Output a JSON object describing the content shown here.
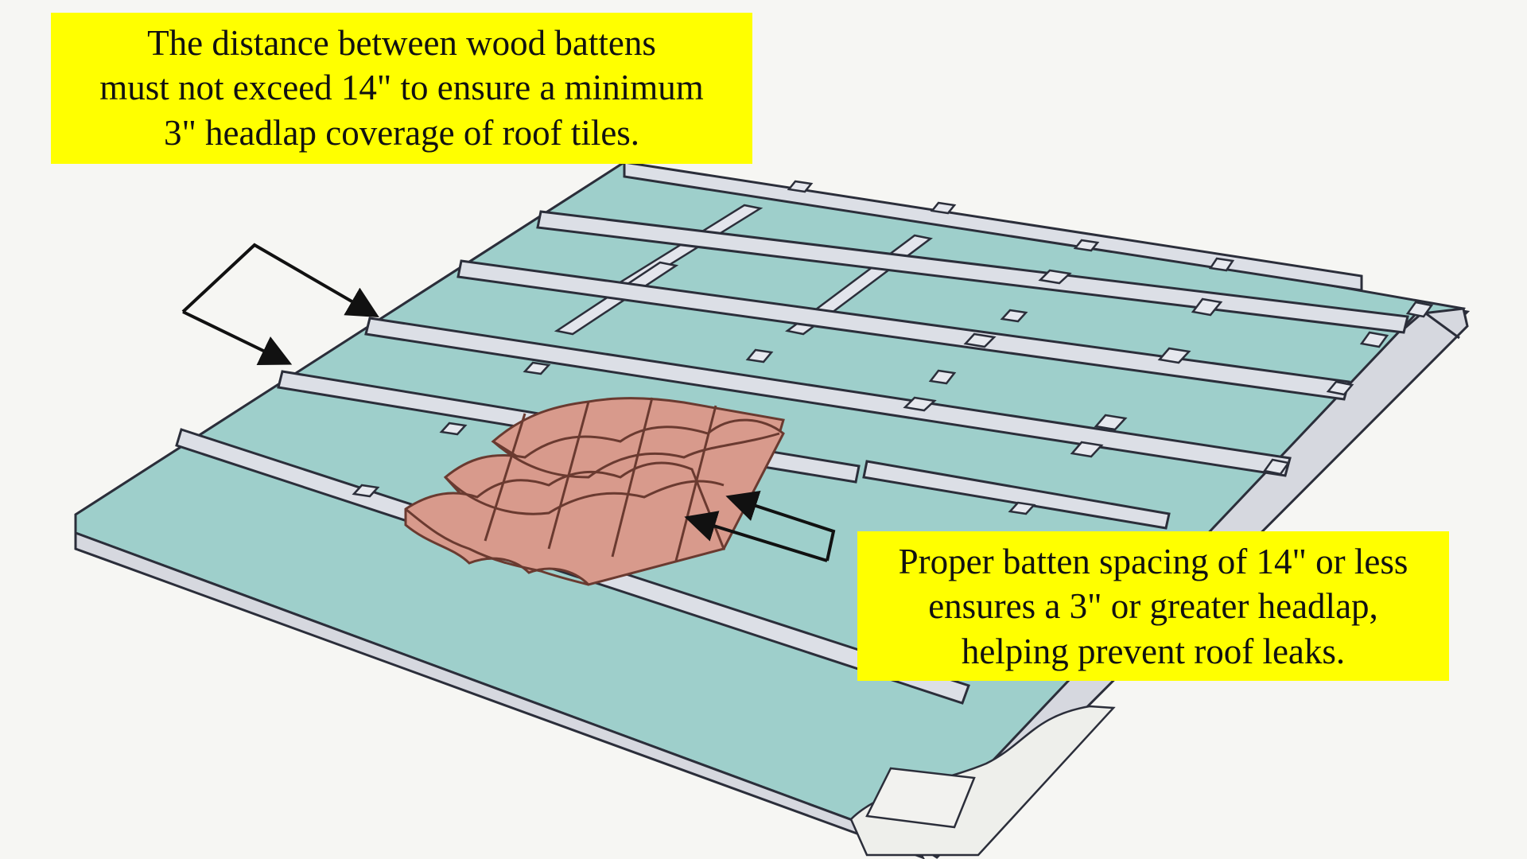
{
  "callouts": {
    "top": {
      "lines": [
        "The distance between wood battens",
        "must not exceed 14\" to ensure a minimum",
        "3\" headlap coverage of roof tiles."
      ]
    },
    "bottom": {
      "lines": [
        "Proper batten spacing of 14\" or less",
        "ensures a 3\" or greater headlap,",
        "helping prevent roof leaks."
      ]
    }
  },
  "colors": {
    "underlayment": "#9ecfcb",
    "batten": "#dcdfe6",
    "batten_outline": "#2b2e3a",
    "tile": "#d89a8c",
    "tile_outline": "#6a3a30",
    "callout_background": "#ffff00",
    "arrow": "#111111",
    "background": "#f6f6f3"
  }
}
